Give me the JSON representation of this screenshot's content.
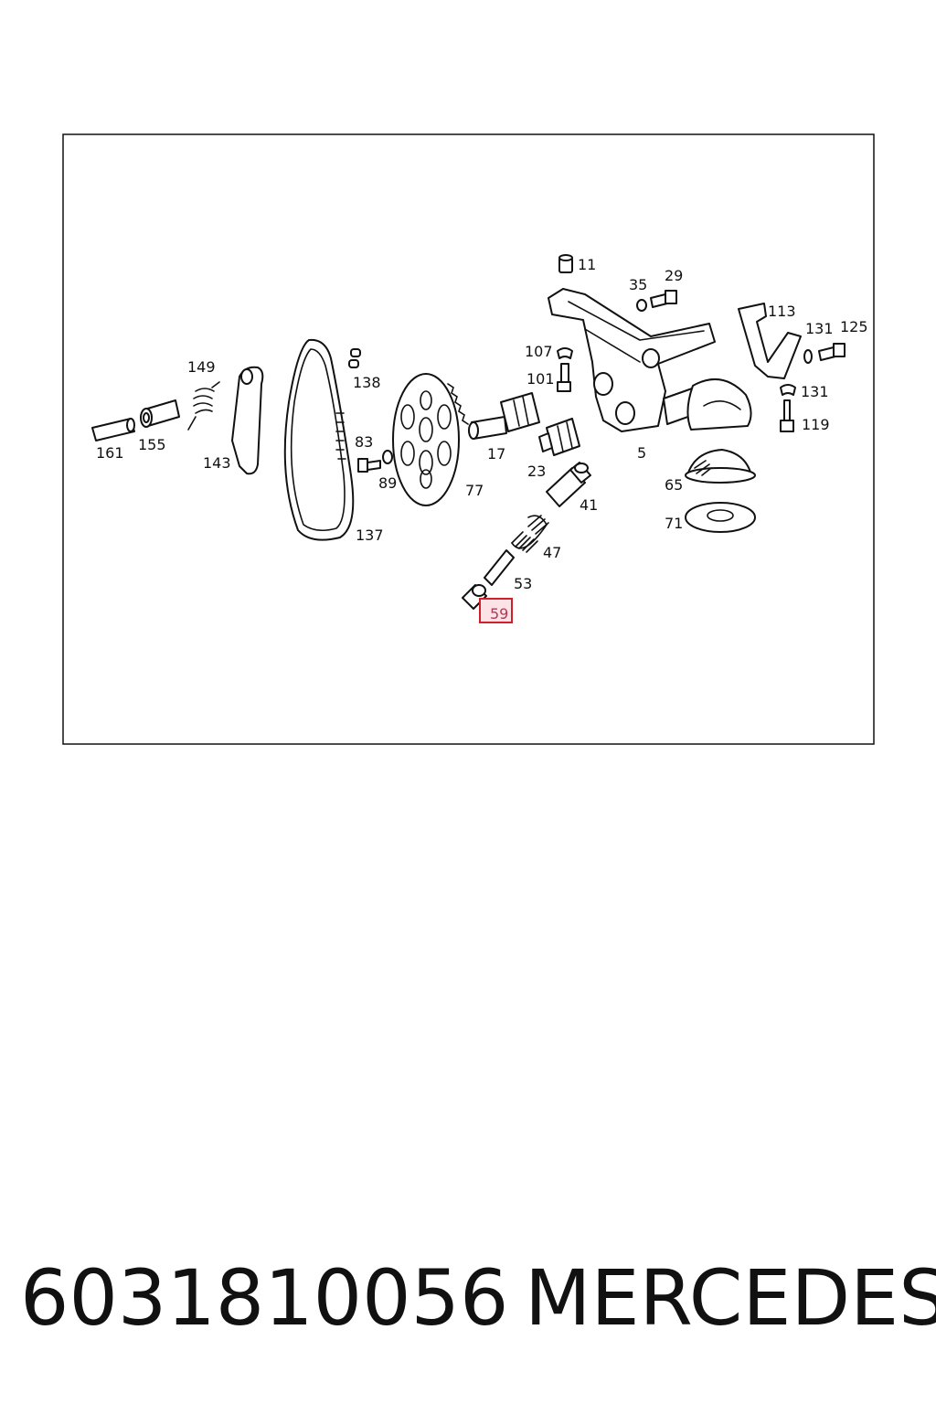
{
  "diagram": {
    "callouts": [
      "11",
      "35",
      "29",
      "113",
      "131",
      "125",
      "107",
      "101",
      "131",
      "119",
      "149",
      "138",
      "83",
      "89",
      "17",
      "23",
      "5",
      "161",
      "155",
      "143",
      "77",
      "41",
      "65",
      "71",
      "137",
      "47",
      "53"
    ],
    "highlighted_callout": "59"
  },
  "footer": {
    "part_number": "6031810056",
    "brand": "MERCEDES"
  }
}
